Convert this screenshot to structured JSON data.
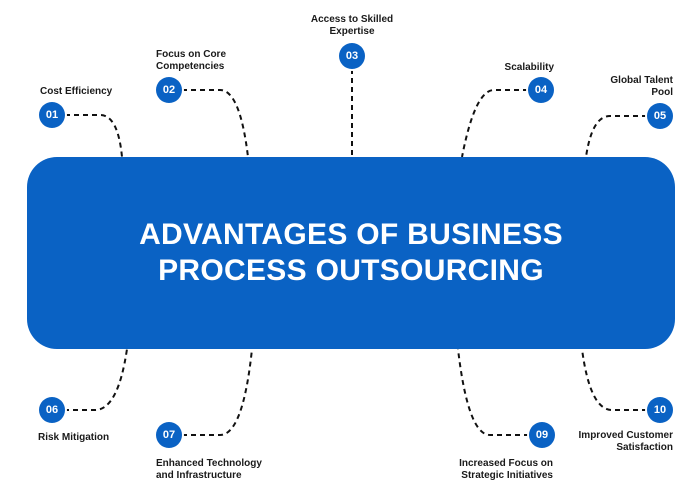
{
  "title": "ADVANTAGES OF BUSINESS PROCESS OUTSOURCING",
  "colors": {
    "accent": "#0a62c4",
    "connector": "#111111",
    "text": "#1a1a1a"
  },
  "items": [
    {
      "num": "01",
      "label": "Cost Efficiency"
    },
    {
      "num": "02",
      "label": "Focus on Core\nCompetencies"
    },
    {
      "num": "03",
      "label": "Access to Skilled\nExpertise"
    },
    {
      "num": "04",
      "label": "Scalability"
    },
    {
      "num": "05",
      "label": "Global Talent\nPool"
    },
    {
      "num": "06",
      "label": "Risk Mitigation"
    },
    {
      "num": "07",
      "label": "Enhanced Technology\nand Infrastructure"
    },
    {
      "num": "09",
      "label": "Increased Focus on\nStrategic Initiatives"
    },
    {
      "num": "10",
      "label": "Improved Customer\nSatisfaction"
    }
  ]
}
